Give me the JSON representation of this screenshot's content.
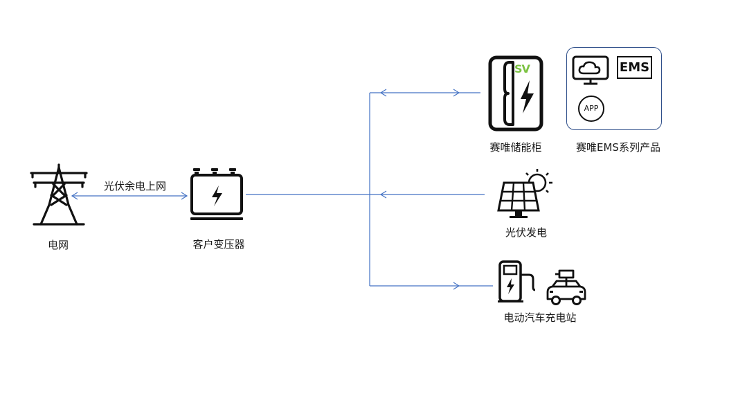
{
  "nodes": {
    "grid": "电网",
    "transformer": "客户变压器",
    "storage": "赛唯储能柜",
    "ems": "赛唯EMS系列产品",
    "pv": "光伏发电",
    "ev": "电动汽车充电站"
  },
  "edge_label": "光伏余电上网",
  "ems_items": {
    "tag": "EMS",
    "app": "APP"
  },
  "logo_text": "SV",
  "colors": {
    "line": "#4472c4",
    "icon": "#111111",
    "ems_border": "#2f4f8a",
    "logo": "#7cc242"
  }
}
